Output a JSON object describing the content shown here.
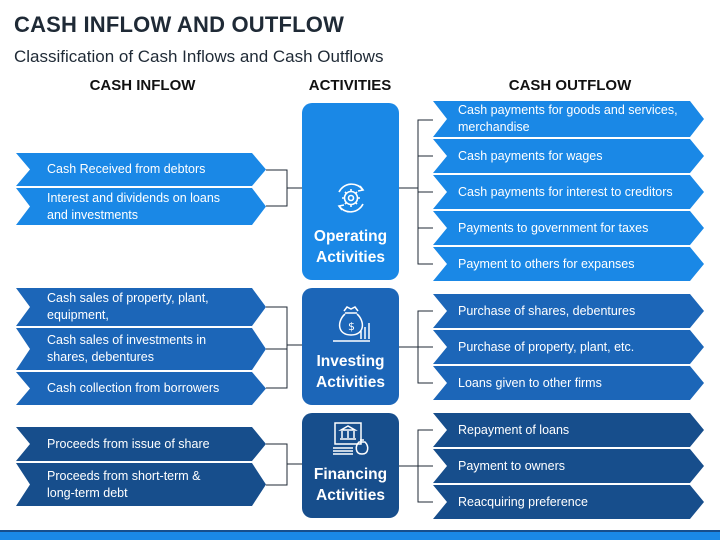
{
  "title": "CASH INFLOW AND OUTFLOW",
  "subtitle": "Classification of Cash Inflows and Cash Outflows",
  "headers": {
    "inflow": "CASH INFLOW",
    "activities": "ACTIVITIES",
    "outflow": "CASH OUTFLOW"
  },
  "colors": {
    "operating": "#1a88e6",
    "investing": "#1c66b8",
    "financing": "#174e8c",
    "title": "#1f2a36"
  },
  "operating": {
    "label_line1": "Operating",
    "label_line2": "Activities",
    "icon": "gear-cycle-icon",
    "inflows": [
      "Cash Received from debtors",
      "Interest and dividends on loans and investments"
    ],
    "outflows": [
      "Cash payments for goods and services, merchandise",
      "Cash payments for wages",
      "Cash payments for interest to creditors",
      "Payments to government for taxes",
      "Payment to others for expanses"
    ]
  },
  "investing": {
    "label_line1": "Investing",
    "label_line2": "Activities",
    "icon": "money-bag-growth-icon",
    "inflows": [
      "Cash sales of property, plant, equipment,",
      "Cash sales of investments in shares, debentures",
      "Cash collection from borrowers"
    ],
    "outflows": [
      "Purchase of shares, debentures",
      "Purchase of property, plant, etc.",
      "Loans given to other firms"
    ]
  },
  "financing": {
    "label_line1": "Financing",
    "label_line2": "Activities",
    "icon": "bank-money-icon",
    "inflows": [
      "Proceeds from issue of share",
      "Proceeds from short-term & long-term debt"
    ],
    "outflows": [
      "Repayment of loans",
      "Payment to owners",
      "Reacquiring preference"
    ]
  }
}
